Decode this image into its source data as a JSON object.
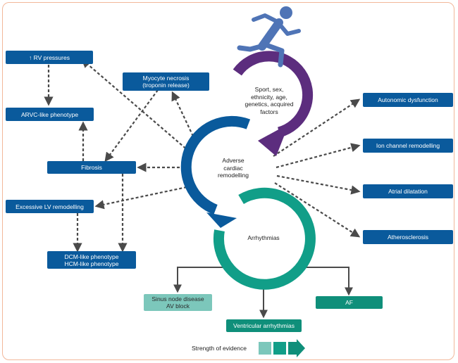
{
  "colors": {
    "blue": "#0a5a9c",
    "purple": "#5c2d7e",
    "teal": "#119e88",
    "teal_dark": "#0f8f7a",
    "teal_light": "#7cc7bb",
    "runner": "#4f74b6",
    "arrow_dashed": "#4a4a4a",
    "border": "#f2b79a"
  },
  "icons": {
    "runner": "runner-icon"
  },
  "cycle": {
    "purple_label": [
      "Sport, sex,",
      "ethnicity, age,",
      "genetics, acquired",
      "factors"
    ],
    "blue_label": [
      "Adverse",
      "cardiac",
      "remodelling"
    ],
    "teal_label": "Arrhythmias"
  },
  "left_boxes": {
    "rv_pressures": "↑ RV pressures",
    "arvc": "ARVC-like phenotype",
    "myocyte_line1": "Myocyte necrosis",
    "myocyte_line2": "(troponin release)",
    "fibrosis": "Fibrosis",
    "lv_remodelling": "Excessive LV remodelling",
    "dcm": "DCM-like phenotype",
    "hcm": "HCM-like phenotype"
  },
  "right_boxes": {
    "autonomic": "Autonomic dysfunction",
    "ion_channel": "Ion channel remodelling",
    "atrial": "Atrial dilatation",
    "atherosclerosis": "Atherosclerosis"
  },
  "bottom_boxes": {
    "sinus_line1": "Sinus node disease",
    "sinus_line2": "AV block",
    "ventricular": "Ventricular arrhythmias",
    "af": "AF"
  },
  "legend": {
    "label": "Strength of evidence"
  }
}
